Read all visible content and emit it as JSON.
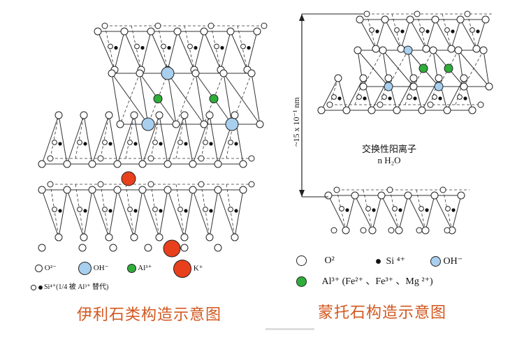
{
  "illite": {
    "caption": "伊利石类构造示意图",
    "legend": {
      "o": "O²⁻",
      "oh": "OH⁻",
      "al": "Al³⁺",
      "k": "K⁺",
      "si": "Si⁴⁺(1/4 被 Al³⁺ 替代)"
    }
  },
  "montmorillonite": {
    "caption": "蒙托石构造示意图",
    "spacing_label": "~15 x 10⁻¹ nm",
    "interlayer_line1": "交换性阳离子",
    "interlayer_line2": "n H₂O",
    "legend": {
      "o": "O²",
      "si": "Si ⁴⁺",
      "oh": "OH⁻",
      "al": "Al³⁺ (Fe²⁺ 、Fe³⁺ 、Mg ²⁺)"
    }
  },
  "colors": {
    "oxygen": "#ffffff",
    "hydroxyl": "#a8cfee",
    "aluminum": "#2fae3a",
    "potassium": "#e8401c",
    "silicon": "#111111",
    "caption": "#d2571e"
  }
}
